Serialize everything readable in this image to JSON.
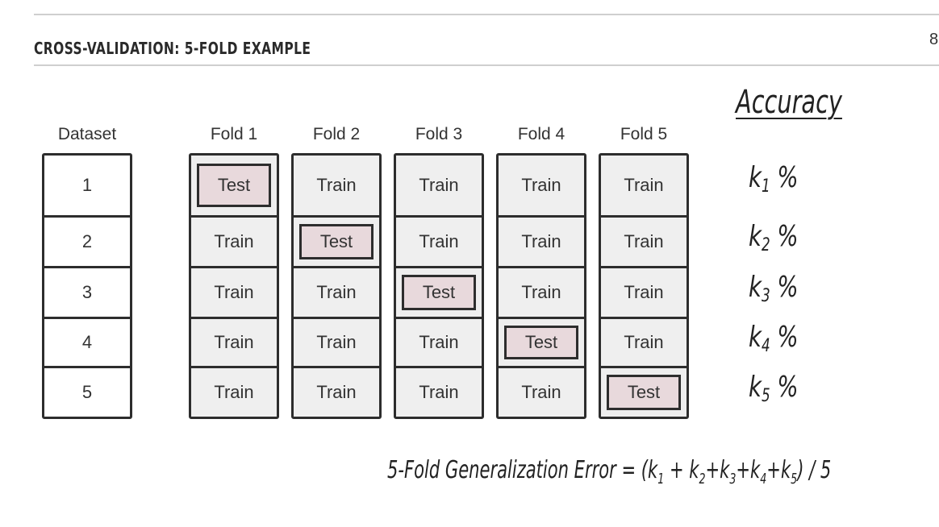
{
  "slide": {
    "title": "CROSS-VALIDATION: 5-FOLD EXAMPLE",
    "page_number": "8"
  },
  "dataset": {
    "label": "Dataset",
    "rows": [
      "1",
      "2",
      "3",
      "4",
      "5"
    ]
  },
  "folds": [
    {
      "label": "Fold 1",
      "cells": [
        "Test",
        "Train",
        "Train",
        "Train",
        "Train"
      ]
    },
    {
      "label": "Fold 2",
      "cells": [
        "Train",
        "Test",
        "Train",
        "Train",
        "Train"
      ]
    },
    {
      "label": "Fold 3",
      "cells": [
        "Train",
        "Train",
        "Test",
        "Train",
        "Train"
      ]
    },
    {
      "label": "Fold 4",
      "cells": [
        "Train",
        "Train",
        "Train",
        "Test",
        "Train"
      ]
    },
    {
      "label": "Fold 5",
      "cells": [
        "Train",
        "Train",
        "Train",
        "Train",
        "Test"
      ]
    }
  ],
  "accuracy": {
    "title": "Accuracy",
    "items": [
      {
        "var": "k",
        "sub": "1",
        "unit": " %"
      },
      {
        "var": "k",
        "sub": "2",
        "unit": " %"
      },
      {
        "var": "k",
        "sub": "3",
        "unit": " %"
      },
      {
        "var": "k",
        "sub": "4",
        "unit": " %"
      },
      {
        "var": "k",
        "sub": "5",
        "unit": " %"
      }
    ]
  },
  "formula": {
    "lhs": "5-Fold Generalization Error = (",
    "terms": [
      {
        "var": "k",
        "sub": "1",
        "op": " + "
      },
      {
        "var": "k",
        "sub": "2",
        "op": "+"
      },
      {
        "var": "k",
        "sub": "3",
        "op": "+"
      },
      {
        "var": "k",
        "sub": "4",
        "op": "+"
      },
      {
        "var": "k",
        "sub": "5",
        "op": ""
      }
    ],
    "rhs": ") / 5"
  }
}
